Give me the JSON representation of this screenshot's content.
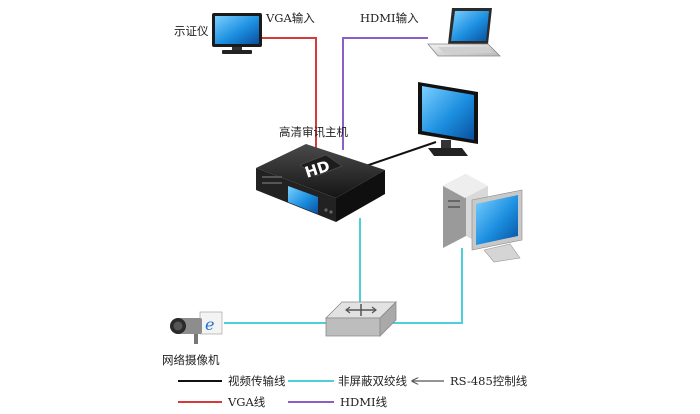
{
  "labels": {
    "monitor_top": "示证仪",
    "vga_input": "VGA输入",
    "hdmi_input": "HDMI输入",
    "host": "高清审讯主机",
    "camera": "网络摄像机",
    "hd_badge": "HD"
  },
  "legend": [
    {
      "label": "视频传输线",
      "color": "#111111"
    },
    {
      "label": "非屏蔽双绞线",
      "color": "#4fd0d8"
    },
    {
      "label": "RS-485控制线",
      "color": "#555555",
      "style": "arrow"
    },
    {
      "label": "VGA线",
      "color": "#d63a3a"
    },
    {
      "label": "HDMI线",
      "color": "#8a5fc8"
    }
  ],
  "colors": {
    "video": "#111111",
    "twisted_pair": "#4fd0d8",
    "vga": "#d63a3a",
    "hdmi": "#8a5fc8",
    "screen": "#1f8fd6"
  }
}
